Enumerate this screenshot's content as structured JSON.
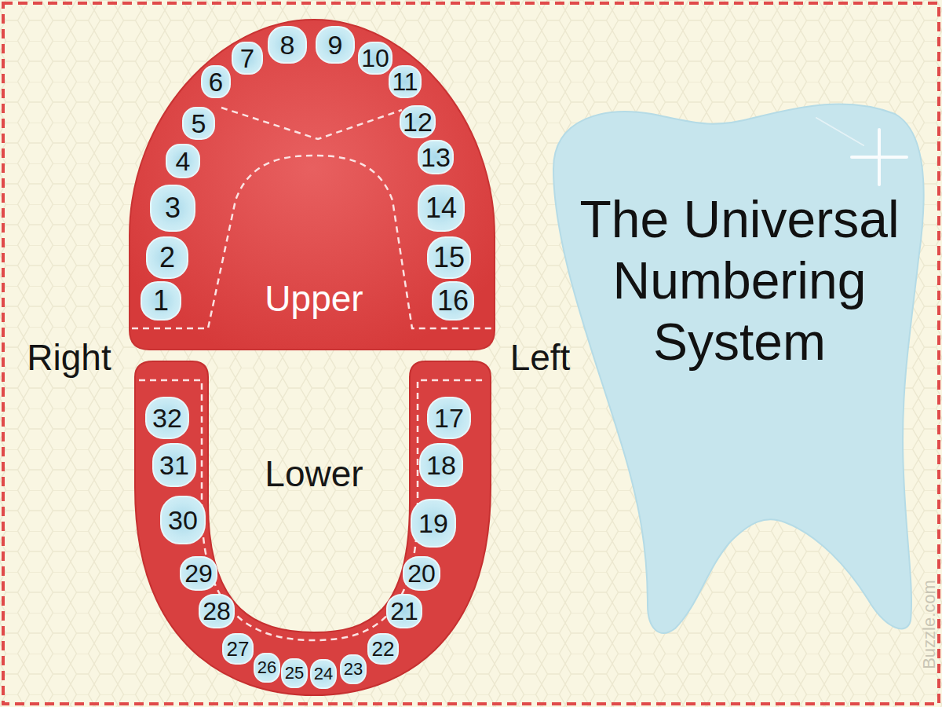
{
  "diagram": {
    "nodes": [
      {
        "text": [
          "Upper"
        ]
      },
      {
        "text": [
          "1"
        ],
        "in": 0
      },
      {
        "text": [
          "2"
        ],
        "in": 0
      },
      {
        "text": [
          "3"
        ],
        "in": 0
      },
      {
        "text": [
          "4"
        ],
        "in": 0
      },
      {
        "text": [
          "5"
        ],
        "in": 0
      },
      {
        "text": [
          "6"
        ],
        "in": 0
      },
      {
        "text": [
          "7"
        ],
        "in": 0
      },
      {
        "text": [
          "8"
        ],
        "in": 0
      },
      {
        "text": [
          "9"
        ],
        "in": 0
      },
      {
        "text": [
          "10"
        ],
        "in": 0
      },
      {
        "text": [
          "11"
        ],
        "in": 0
      },
      {
        "text": [
          "12"
        ],
        "in": 0
      },
      {
        "text": [
          "13"
        ],
        "in": 0
      },
      {
        "text": [
          "14"
        ],
        "in": 0
      },
      {
        "text": [
          "15"
        ],
        "in": 0
      },
      {
        "text": [
          "16"
        ],
        "in": 0
      },
      {
        "text": [
          "Lower"
        ]
      },
      {
        "text": [
          "17"
        ],
        "in": 17
      },
      {
        "text": [
          "18"
        ],
        "in": 17
      },
      {
        "text": [
          "19"
        ],
        "in": 17
      },
      {
        "text": [
          "20"
        ],
        "in": 17
      },
      {
        "text": [
          "21"
        ],
        "in": 17
      },
      {
        "text": [
          "22"
        ],
        "in": 17
      },
      {
        "text": [
          "23"
        ],
        "in": 17
      },
      {
        "text": [
          "24"
        ],
        "in": 17
      },
      {
        "text": [
          "25"
        ],
        "in": 17
      },
      {
        "text": [
          "26"
        ],
        "in": 17
      },
      {
        "text": [
          "27"
        ],
        "in": 17
      },
      {
        "text": [
          "28"
        ],
        "in": 17
      },
      {
        "text": [
          "29"
        ],
        "in": 17
      },
      {
        "text": [
          "30"
        ],
        "in": 17
      },
      {
        "text": [
          "31"
        ],
        "in": 17
      },
      {
        "text": [
          "32"
        ],
        "in": 17
      },
      {
        "text": [
          "The Universal Numbering System"
        ]
      }
    ],
    "labels": [
      "Right",
      "Left",
      "Buzzle.com"
    ]
  }
}
